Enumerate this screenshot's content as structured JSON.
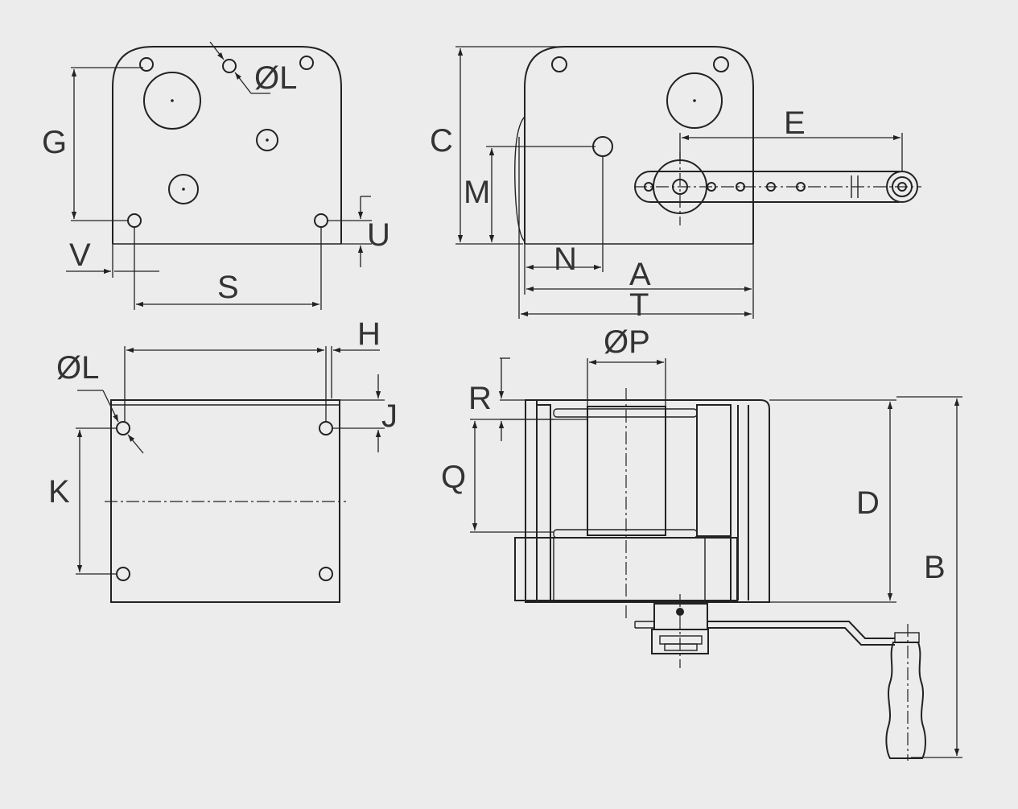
{
  "labels": {
    "G": "G",
    "L1": "ØL",
    "U": "U",
    "V": "V",
    "S": "S",
    "C": "C",
    "M": "M",
    "E": "E",
    "N": "N",
    "A": "A",
    "T": "T",
    "L2": "ØL",
    "H": "H",
    "J": "J",
    "K": "K",
    "P": "ØP",
    "R": "R",
    "Q": "Q",
    "D": "D",
    "B": "B"
  },
  "colors": {
    "background": "#ececec",
    "line": "#222222",
    "text": "#333333"
  }
}
